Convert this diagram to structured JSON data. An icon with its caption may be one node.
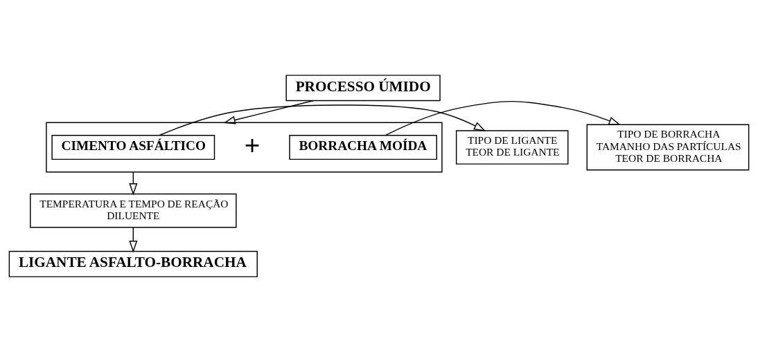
{
  "diagram": {
    "nodes": [
      {
        "text": [
          "PROCESSO ÚMIDO"
        ]
      },
      {
        "text": [],
        "shape": "box"
      },
      {
        "text": [
          "CIMENTO ASFÁLTICO"
        ],
        "in": 1
      },
      {
        "text": [
          "BORRACHA MOÍDA"
        ],
        "in": 1
      },
      {
        "text": [
          "TIPO DE LIGANTE",
          "TEOR DE LIGANTE"
        ]
      },
      {
        "text": [
          "TIPO DE BORRACHA",
          "TAMANHO DAS PARTÍCULAS",
          "TEOR DE BORRACHA"
        ]
      },
      {
        "text": [
          "TEMPERATURA E TEMPO DE REAÇÃO",
          "DILUENTE"
        ]
      },
      {
        "text": [
          "LIGANTE ASFALTO-BORRACHA"
        ]
      }
    ],
    "edges": [
      {
        "from": 0,
        "to": 1,
        "arrow": "to"
      },
      {
        "from": 2,
        "to": 4,
        "arrow": "to"
      },
      {
        "from": 3,
        "to": 5,
        "arrow": "to"
      },
      {
        "from": 1,
        "to": 6,
        "arrow": "to"
      },
      {
        "from": 6,
        "to": 7,
        "arrow": "to"
      }
    ],
    "labels": [
      "+"
    ]
  }
}
